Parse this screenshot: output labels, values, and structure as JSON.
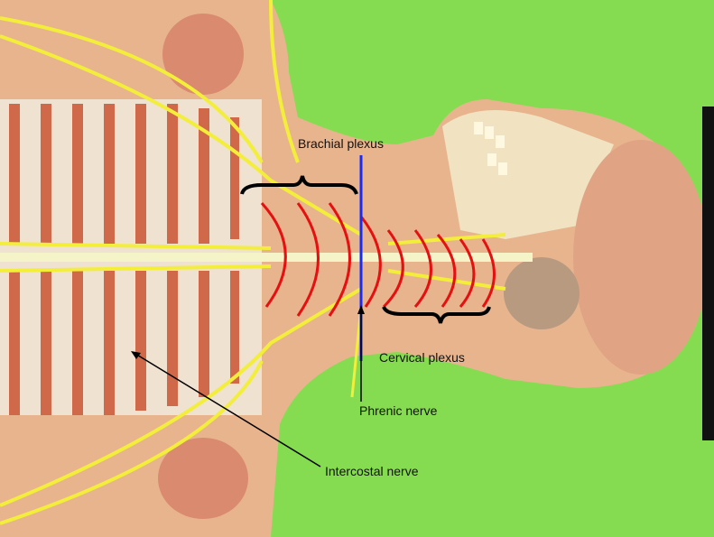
{
  "labels": {
    "brachial_plexus": "Brachial plexus",
    "cervical_plexus": "Cervical plexus",
    "phrenic_nerve": "Phrenic nerve",
    "intercostal_nerve": "Intercostal nerve"
  },
  "colors": {
    "background": "#86dc50",
    "body": "#e8b48e",
    "rib": "#d0694a",
    "nerve": "#f2ee3a",
    "plexus_marker": "#e51010",
    "phrenic_line": "#1a2cf0",
    "brain": "#e0a485"
  }
}
